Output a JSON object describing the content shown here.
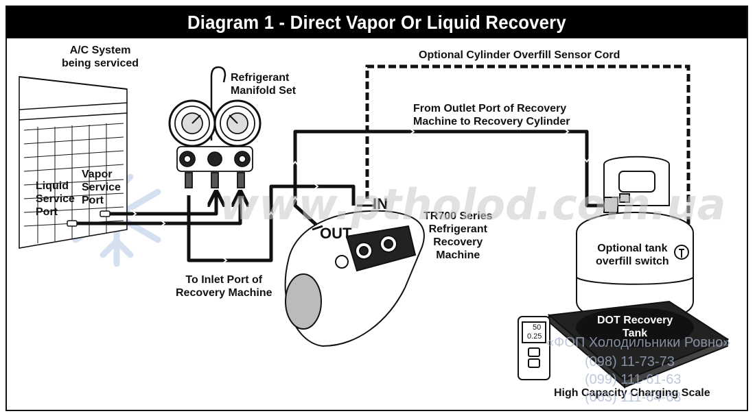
{
  "title": "Diagram 1 - Direct Vapor Or Liquid Recovery",
  "labels": {
    "ac_system_line1": "A/C System",
    "ac_system_line2": "being serviced",
    "manifold_line1": "Refrigerant",
    "manifold_line2": "Manifold Set",
    "sensor_cord": "Optional Cylinder Overfill Sensor Cord",
    "outlet_line1": "From Outlet Port of Recovery",
    "outlet_line2": "Machine to Recovery Cylinder",
    "liquid_line1": "Liquid",
    "liquid_line2": "Service",
    "liquid_line3": "Port",
    "vapor_line1": "Vapor",
    "vapor_line2": "Service",
    "vapor_line3": "Port",
    "port_in": "IN",
    "port_out": "OUT",
    "machine_line1": "TR700 Series",
    "machine_line2": "Refrigerant",
    "machine_line3": "Recovery",
    "machine_line4": "Machine",
    "inlet_line1": "To Inlet Port of",
    "inlet_line2": "Recovery Machine",
    "overfill_line1": "Optional tank",
    "overfill_line2": "overfill switch",
    "tank_line1": "DOT Recovery",
    "tank_line2": "Tank",
    "scale": "High Capacity Charging Scale"
  },
  "scale_display": {
    "reading_top": "50",
    "reading_bottom": "0.25"
  },
  "watermark": {
    "site": "www.ptholod.com.ua",
    "company": "«ФОП Холодильники Ровно»",
    "phones": [
      "(098) 11-73-73",
      "(099) 111-61-63",
      "(063) 111-64-63"
    ]
  }
}
